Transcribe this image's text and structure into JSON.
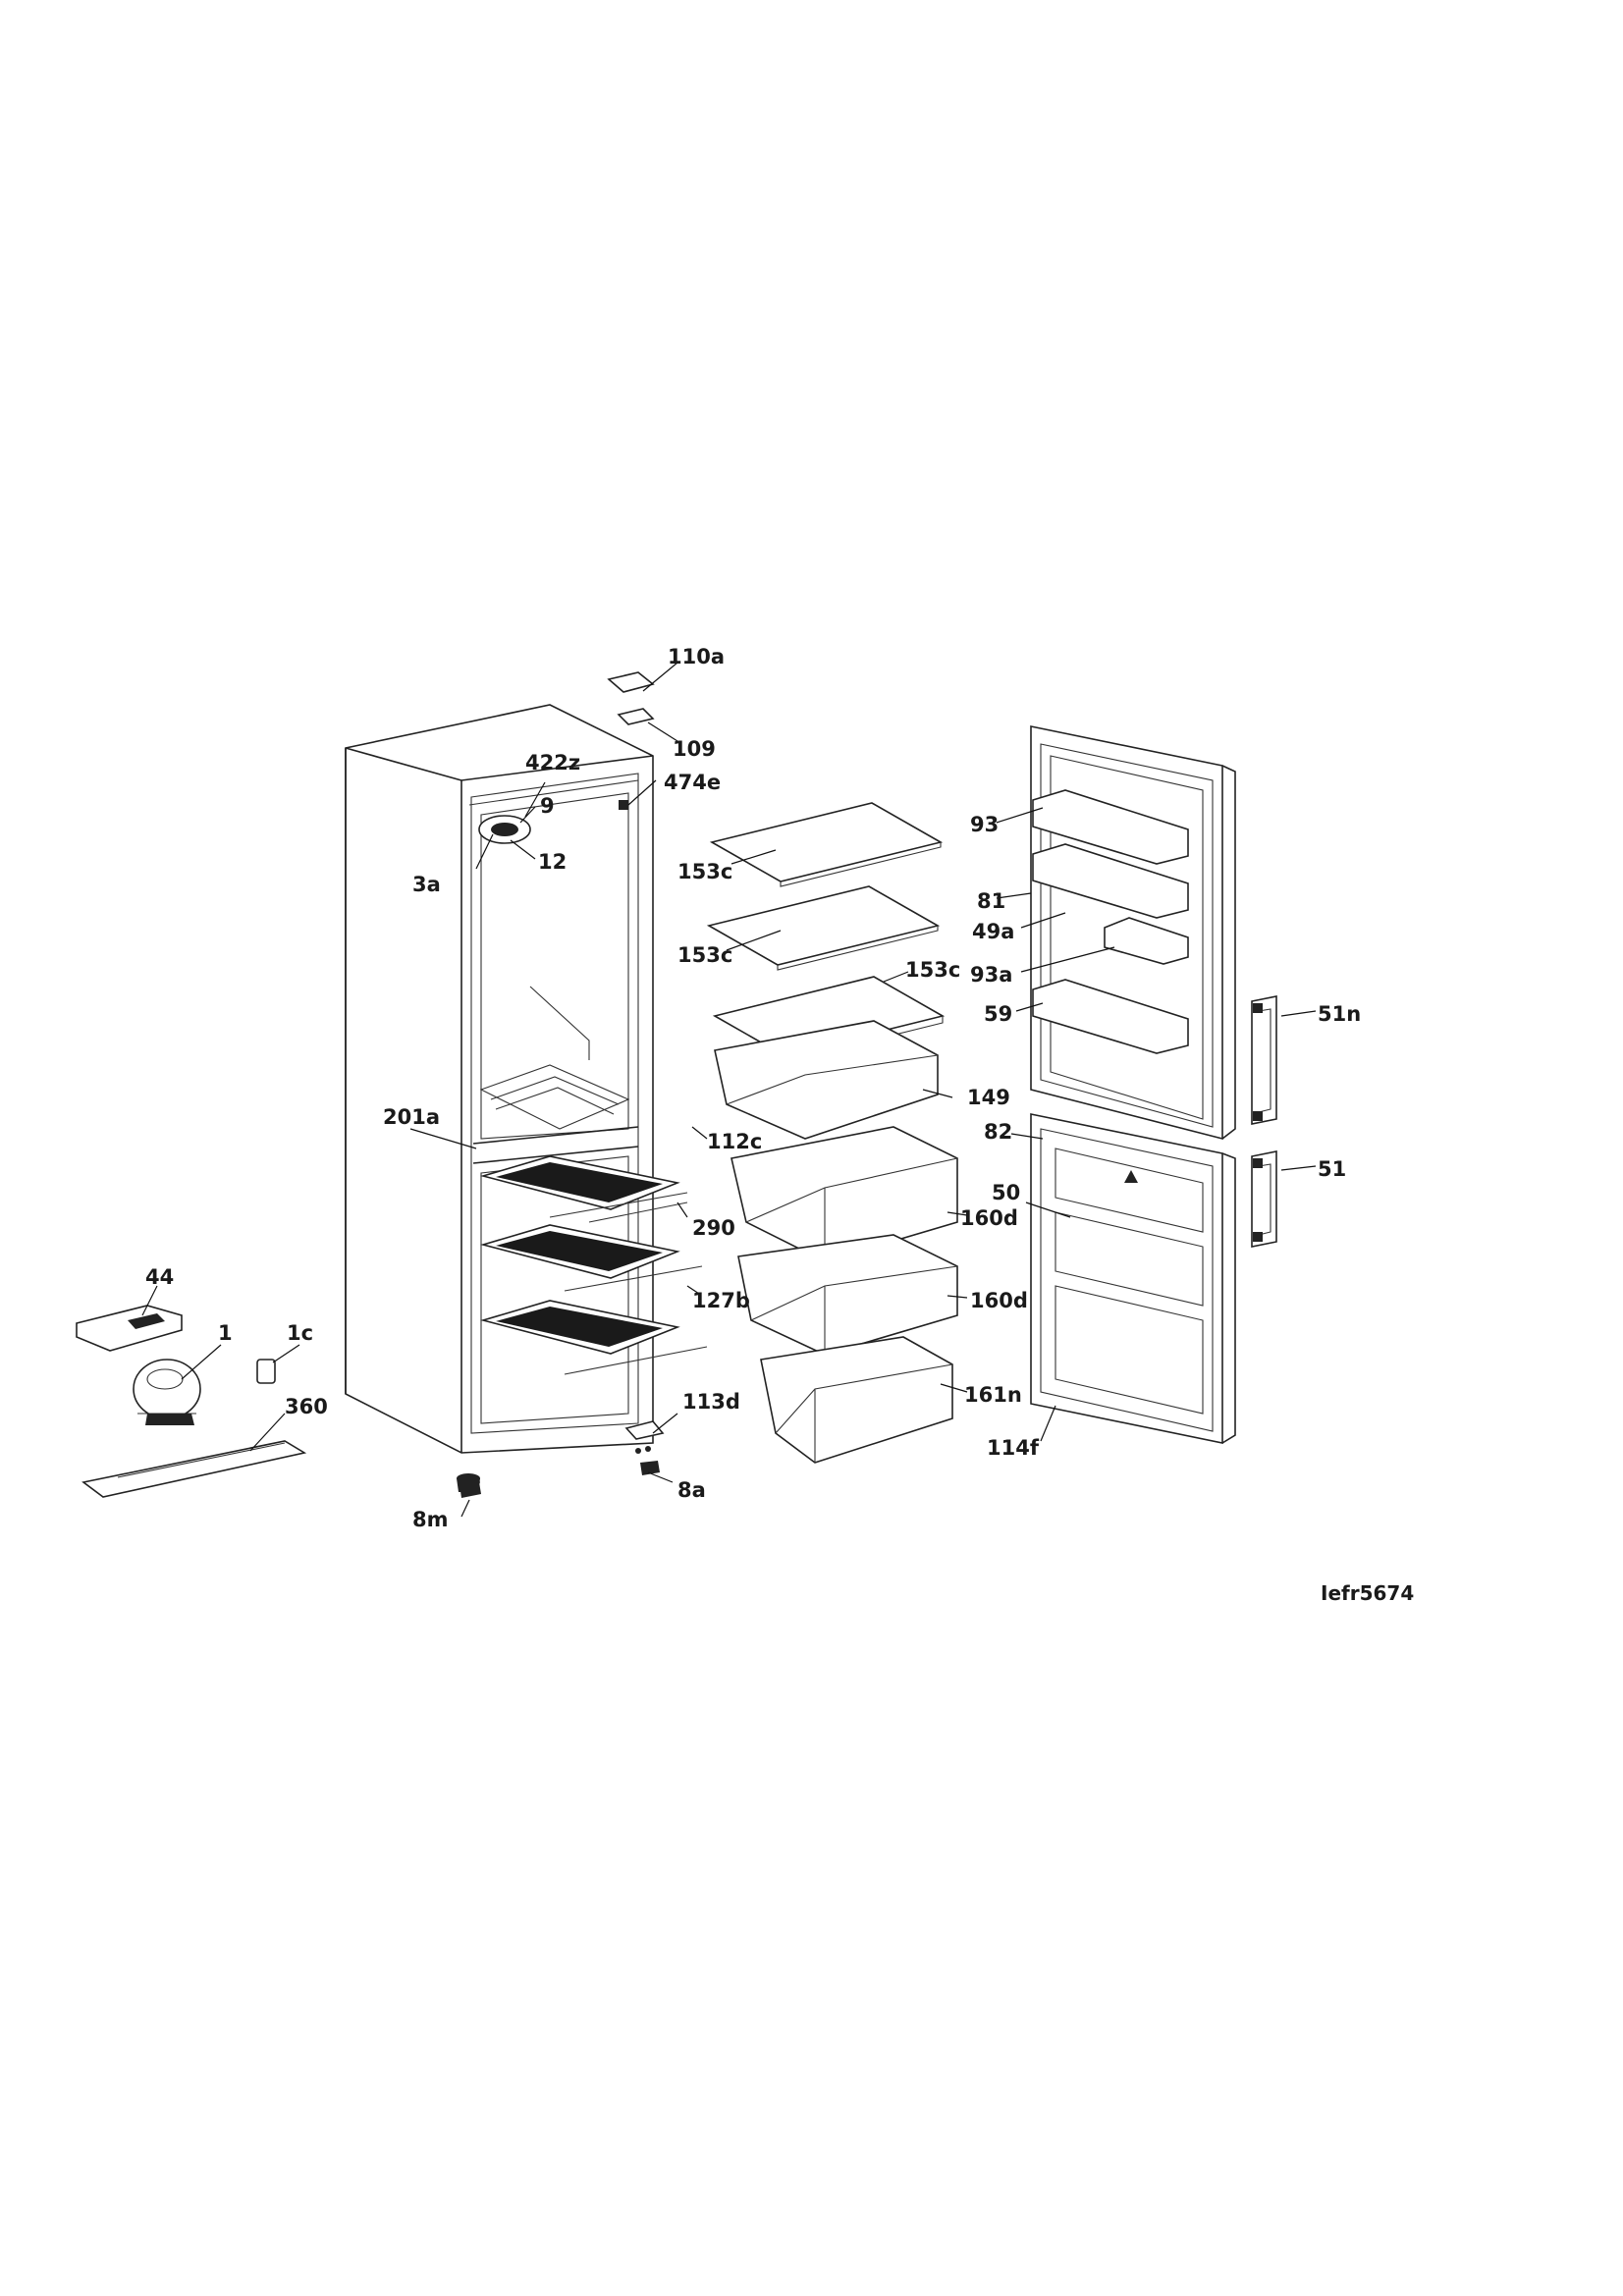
{
  "diagram": {
    "reference_code": "Iefr5674",
    "labels": {
      "l110a": "110a",
      "l109": "109",
      "l422z": "422z",
      "l9": "9",
      "l474e": "474e",
      "l12": "12",
      "l3a": "3a",
      "l153c_1": "153c",
      "l153c_2": "153c",
      "l153c_3": "153c",
      "l149": "149",
      "l93": "93",
      "l81": "81",
      "l49a": "49a",
      "l93a": "93a",
      "l59": "59",
      "l51n": "51n",
      "l82": "82",
      "l51": "51",
      "l50": "50",
      "l160d_1": "160d",
      "l160d_2": "160d",
      "l161n": "161n",
      "l114f": "114f",
      "l201a": "201a",
      "l112c": "112c",
      "l290": "290",
      "l127b": "127b",
      "l113d": "113d",
      "l8a": "8a",
      "l8m": "8m",
      "l44": "44",
      "l1": "1",
      "l1c": "1c",
      "l360": "360"
    }
  }
}
